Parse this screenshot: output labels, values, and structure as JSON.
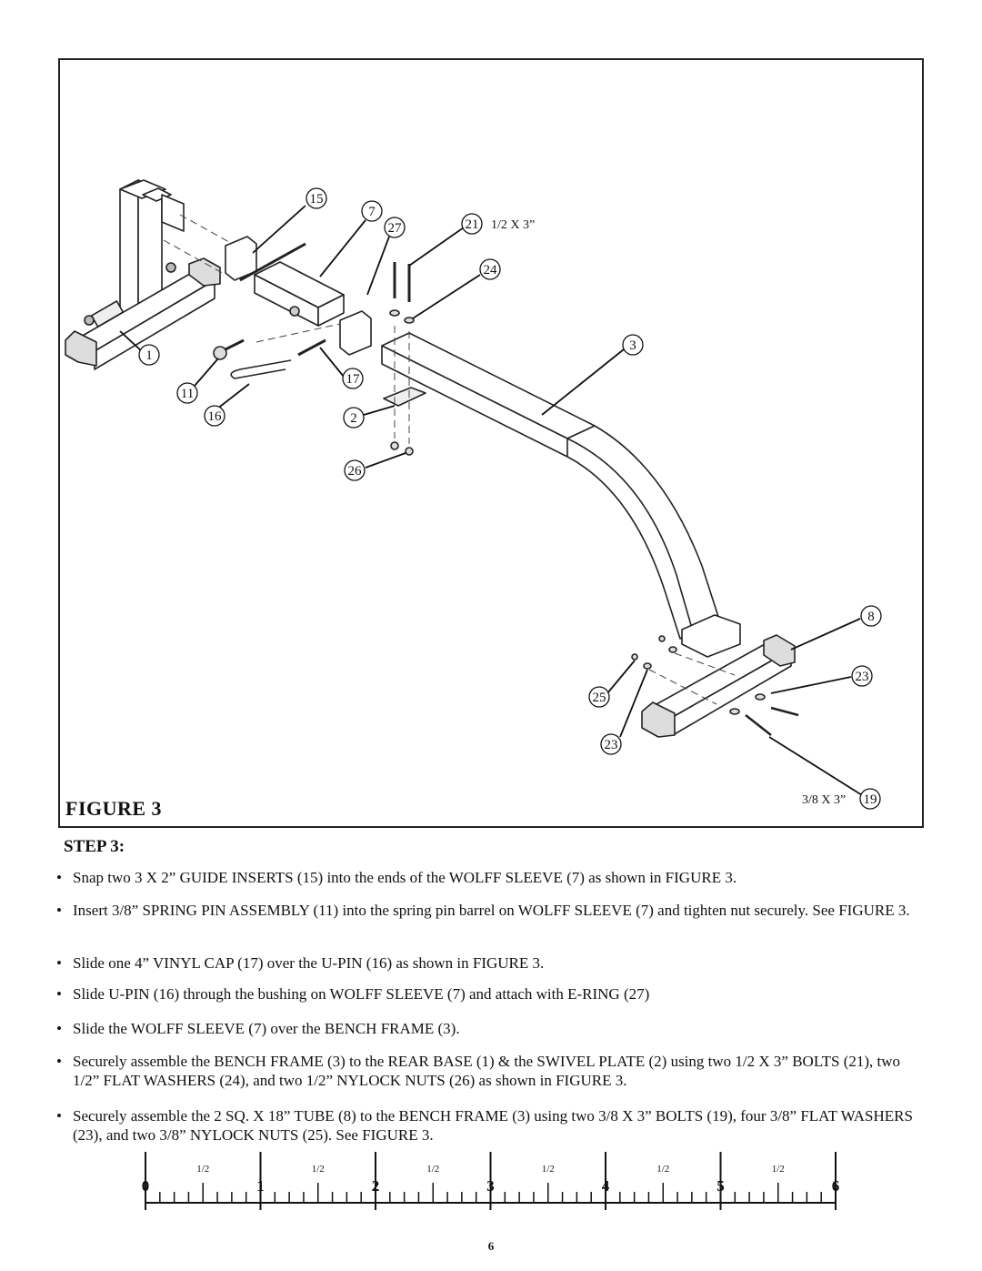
{
  "figure": {
    "title": "FIGURE 3",
    "callouts": [
      {
        "id": "c15",
        "label": "15"
      },
      {
        "id": "c7",
        "label": "7"
      },
      {
        "id": "c27",
        "label": "27"
      },
      {
        "id": "c21",
        "label": "21"
      },
      {
        "id": "c24",
        "label": "24"
      },
      {
        "id": "c3",
        "label": "3"
      },
      {
        "id": "c1",
        "label": "1"
      },
      {
        "id": "c11",
        "label": "11"
      },
      {
        "id": "c17",
        "label": "17"
      },
      {
        "id": "c16",
        "label": "16"
      },
      {
        "id": "c2",
        "label": "2"
      },
      {
        "id": "c26",
        "label": "26"
      },
      {
        "id": "c8",
        "label": "8"
      },
      {
        "id": "c23a",
        "label": "23"
      },
      {
        "id": "c25",
        "label": "25"
      },
      {
        "id": "c23b",
        "label": "23"
      },
      {
        "id": "c19",
        "label": "19"
      }
    ],
    "bolt_label_21": "1/2 X 3”",
    "bolt_label_19": "3/8 X 3”"
  },
  "step": {
    "title": "STEP 3:",
    "bullet_symbol": "•",
    "bullets": [
      "Snap two 3 X 2” GUIDE INSERTS (15) into the ends of the WOLFF SLEEVE (7) as shown in FIGURE 3.",
      "Insert 3/8” SPRING PIN ASSEMBLY (11) into the spring pin barrel on WOLFF SLEEVE (7) and tighten nut securely. See FIGURE 3.",
      "Slide one 4” VINYL CAP (17) over the U-PIN (16) as shown in FIGURE 3.",
      "Slide U-PIN (16) through the bushing on WOLFF SLEEVE (7) and attach with E-RING (27)",
      "Slide the WOLFF SLEEVE (7) over the BENCH FRAME (3).",
      "Securely assemble the BENCH FRAME (3) to the REAR BASE (1) & the SWIVEL PLATE (2) using two 1/2 X 3” BOLTS (21), two 1/2” FLAT WASHERS (24), and two 1/2” NYLOCK NUTS (26) as shown in FIGURE 3.",
      "Securely assemble the 2 SQ. X 18” TUBE (8) to the BENCH FRAME (3) using two 3/8 X 3” BOLTS (19), four 3/8” FLAT WASHERS (23), and two 3/8” NYLOCK NUTS (25). See FIGURE 3."
    ]
  },
  "ruler": {
    "inch_labels": [
      "0",
      "1",
      "2",
      "3",
      "4",
      "5",
      "6"
    ],
    "half_label": "1/2"
  },
  "page_number": "6"
}
